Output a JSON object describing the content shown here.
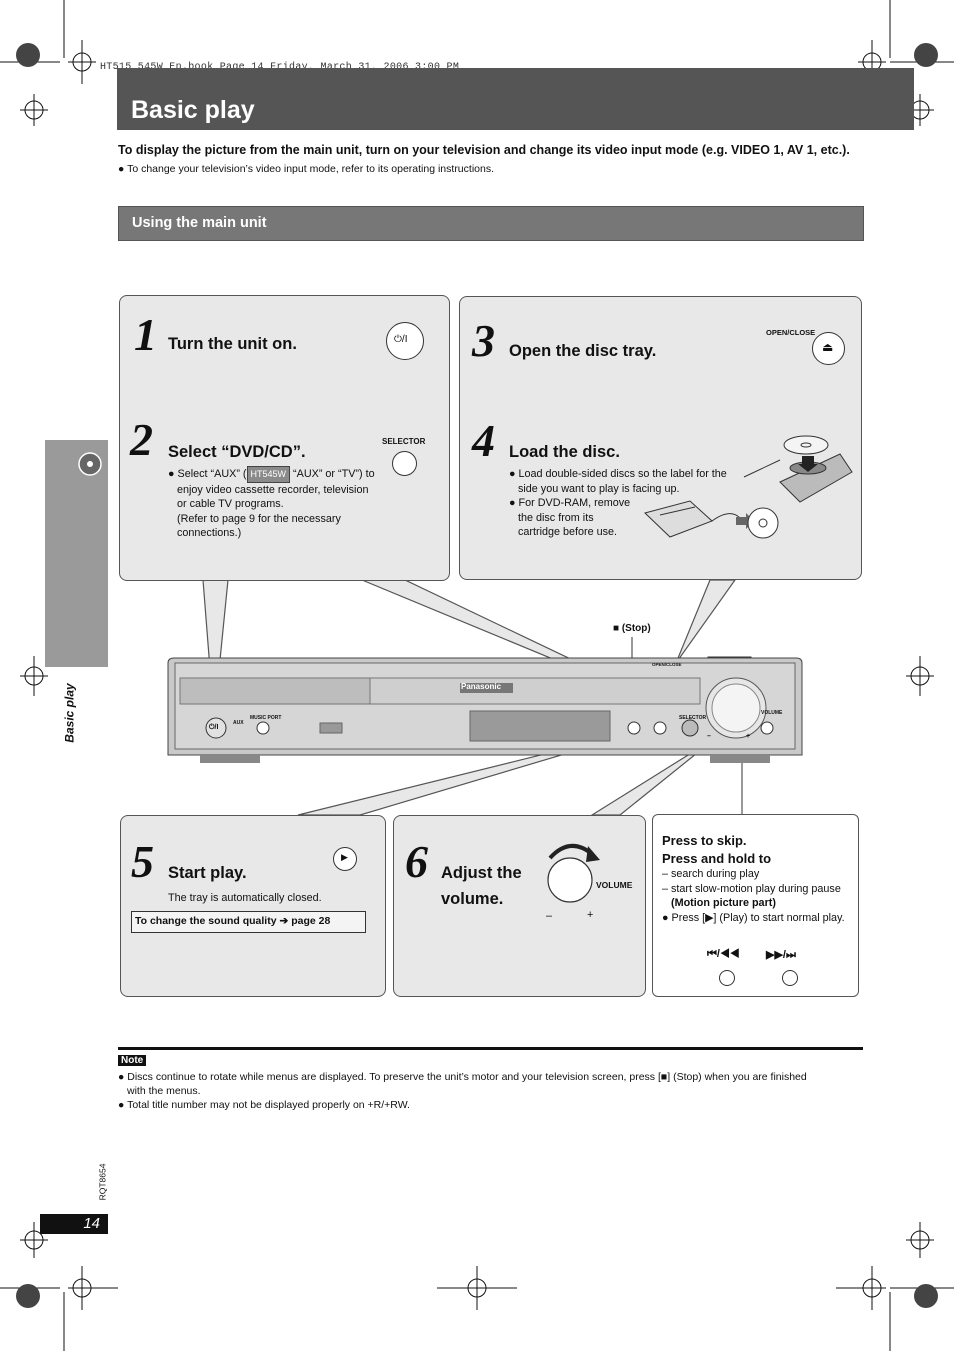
{
  "header": {
    "book_line": "HT515_545W_En.book  Page 14  Friday, March 31, 2006  3:00 PM",
    "title": "Basic play"
  },
  "intro": {
    "main": "To display the picture from the main unit, turn on your television and change its video input mode (e.g. VIDEO 1, AV 1, etc.).",
    "sub": "● To change your television’s video input mode, refer to its operating instructions."
  },
  "section_title": "Using the main unit",
  "steps": {
    "s1": {
      "num": "1",
      "title": "Turn the unit on.",
      "button": "⏻/I"
    },
    "s2": {
      "num": "2",
      "title": "Select “DVD/CD”.",
      "button_label": "SELECTOR",
      "text_a": "● Select “AUX” (",
      "badge": "HT545W",
      "text_b": " “AUX” or “TV”) to",
      "line2": "enjoy video cassette recorder, television",
      "line3": "or cable TV programs.",
      "line4": "(Refer to page 9 for the necessary",
      "line5": "connections.)"
    },
    "s3": {
      "num": "3",
      "title": "Open the disc tray.",
      "button_label": "OPEN/CLOSE",
      "button": "⏏"
    },
    "s4": {
      "num": "4",
      "title": "Load the disc.",
      "b1a": "● Load double-sided discs so the label for the",
      "b1b": "side you want to play is facing up.",
      "b2a": "● For DVD-RAM, remove",
      "b2b": "the disc from its",
      "b2c": "cartridge before use."
    },
    "s5": {
      "num": "5",
      "title": "Start play.",
      "button": "▶",
      "note": "The tray is automatically closed.",
      "quality": "To change the sound quality ➔ page 28"
    },
    "s6": {
      "num": "6",
      "title_a": "Adjust the",
      "title_b": "volume.",
      "knob_label": "VOLUME",
      "minus": "–",
      "plus": "+"
    },
    "skip": {
      "t1": "Press to skip.",
      "t2": "Press and hold to",
      "l1": "– search during play",
      "l2": "– start slow-motion play during pause",
      "l3": "(Motion picture part)",
      "l4": "● Press [▶] (Play) to start normal play.",
      "prev": "⏮/◀◀",
      "next": "▶▶/⏭"
    }
  },
  "device": {
    "brand": "Panasonic",
    "stop_label": "■ (Stop)",
    "power": "⏻/I",
    "aux": "AUX",
    "music_port": "MUSIC PORT",
    "selector": "SELECTOR",
    "volume": "VOLUME",
    "open_close": "OPEN/CLOSE",
    "minus": "–",
    "plus": "+"
  },
  "note": {
    "label": "Note",
    "n1a": "● Discs continue to rotate while menus are displayed. To preserve the unit’s motor and your television screen, press [■] (Stop) when you are finished",
    "n1b": "with the menus.",
    "n2": "● Total title number may not be displayed properly on +R/+RW."
  },
  "footer": {
    "side_label": "Basic play",
    "code": "RQT8654",
    "page": "14"
  }
}
